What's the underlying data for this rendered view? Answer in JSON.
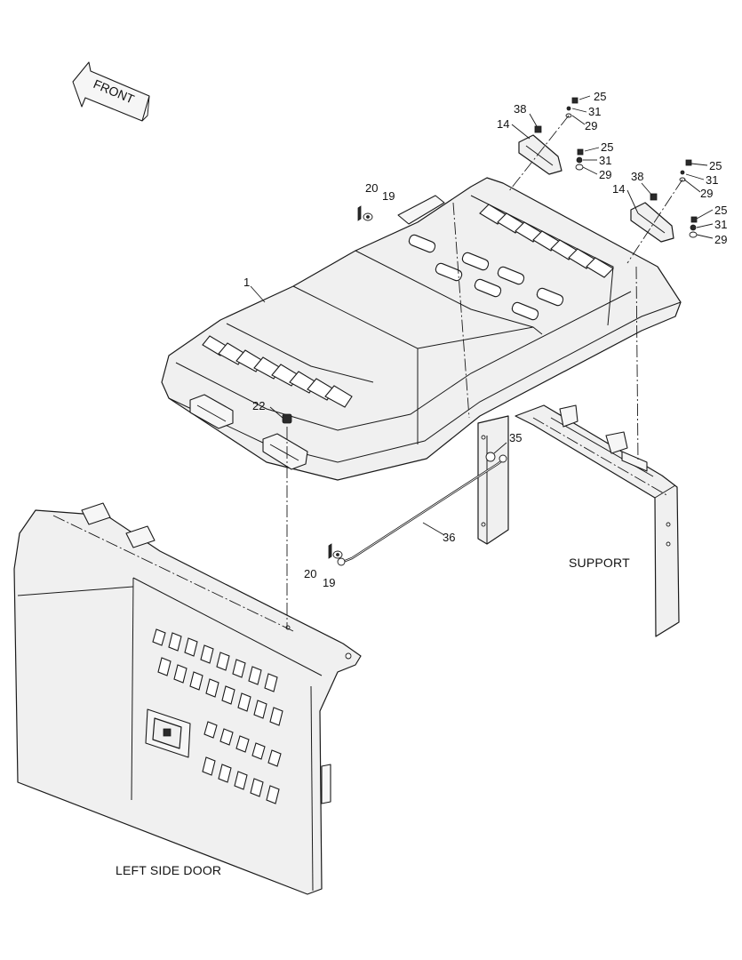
{
  "direction_label": "FRONT",
  "captions": {
    "support": "SUPPORT",
    "left_side_door": "LEFT SIDE DOOR"
  },
  "callouts": {
    "hood": "1",
    "latch_left": "14",
    "latch_right": "14",
    "hinge_bolt": "22",
    "stay_rod": "36",
    "rod_fitting": "35",
    "pin_top": "20",
    "washer_top": "19",
    "pin_bottom": "20",
    "washer_bottom": "19",
    "screw_l1": "38",
    "bolt_l1": "25",
    "spring_l1": "31",
    "washer_l1": "29",
    "bolt_l2": "25",
    "spring_l2": "31",
    "washer_l2": "29",
    "screw_r1": "38",
    "bolt_r1": "25",
    "spring_r1": "31",
    "washer_r1": "29",
    "bolt_r2": "25",
    "spring_r2": "31",
    "washer_r2": "29"
  }
}
